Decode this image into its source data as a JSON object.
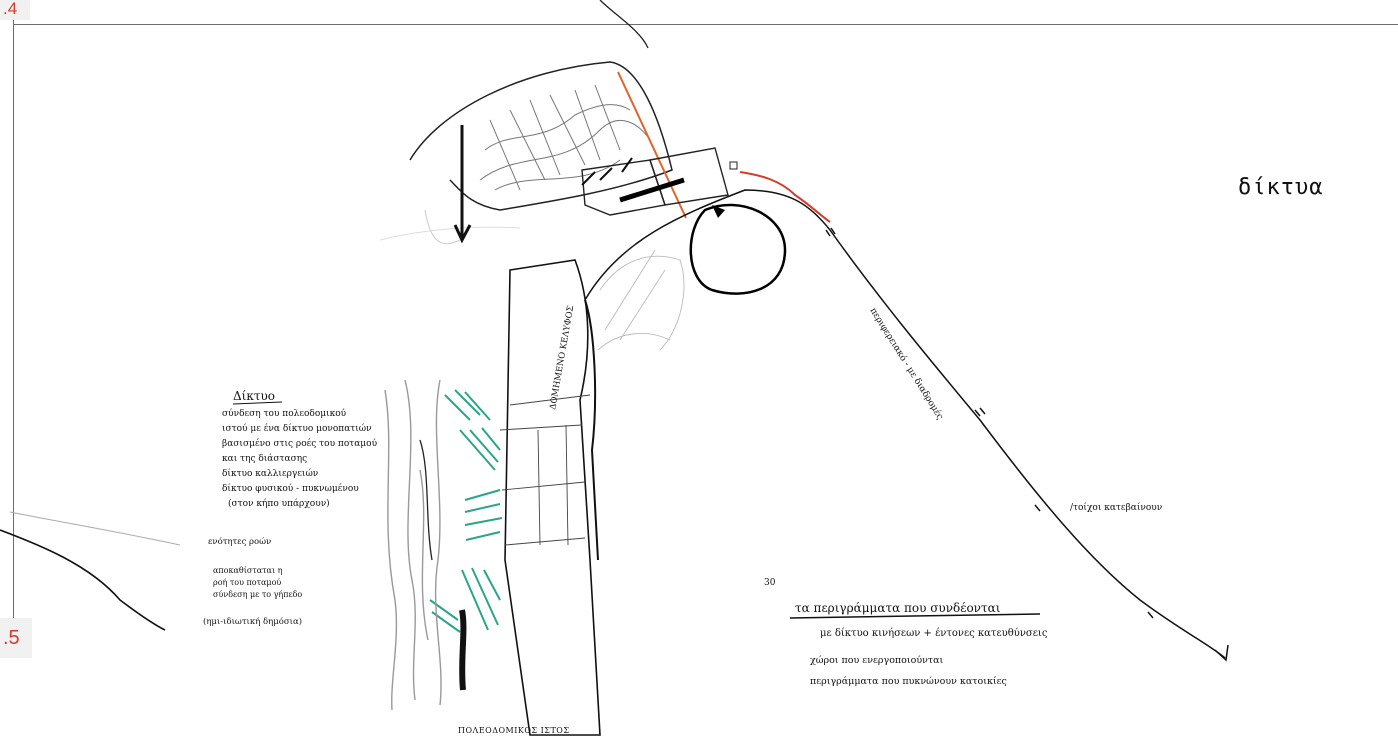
{
  "page": {
    "badge_top": ".4",
    "badge_bottom": ".5",
    "section_title": "δίκτυα"
  },
  "colors": {
    "accent_red": "#d83a2c",
    "frame_gray": "#6d6d6d",
    "hatch_green": "#2aa58a",
    "orange_line": "#e0652b"
  },
  "annotations": {
    "network_heading": "Δίκτυο",
    "network_lines": [
      "σύνδεση του πολεοδομικού",
      "ιστού με ένα δίκτυο μονοπατιών",
      "βασισμένο στις ροές του ποταμού",
      "και της διάστασης",
      "δίκτυο καλλιεργειών",
      "δίκτυο φυσικού - πυκνωμένου",
      "(στον κήπο υπάρχουν)"
    ],
    "flows_heading": "ενότητες ροών",
    "flows_lines": [
      "αποκαθίσταται η",
      "ροή του ποταμού",
      "σύνδεση με το γήπεδο",
      "(ημι-ιδιωτική δημόσια)"
    ],
    "vertical_label": "ΔΟΜΗΜΕΝΟ ΚΕΛΥΦΟΣ",
    "diagonal_label": "περιφερειακό - με διαδρομές",
    "slope_label": "/τοίχοι κατεβαίνουν",
    "number_label": "30",
    "summary_lines": [
      "τα περιγράμματα που συνδέονται",
      "με δίκτυο κινήσεων + έντονες κατευθύνσεις",
      "χώροι που ενεργοποιούνται",
      "περιγράμματα που πυκνώνουν κατοικίες"
    ],
    "bottom_caption": "ΠΟΛΕΟΔΟΜΙΚΟΣ ΙΣΤΟΣ"
  }
}
